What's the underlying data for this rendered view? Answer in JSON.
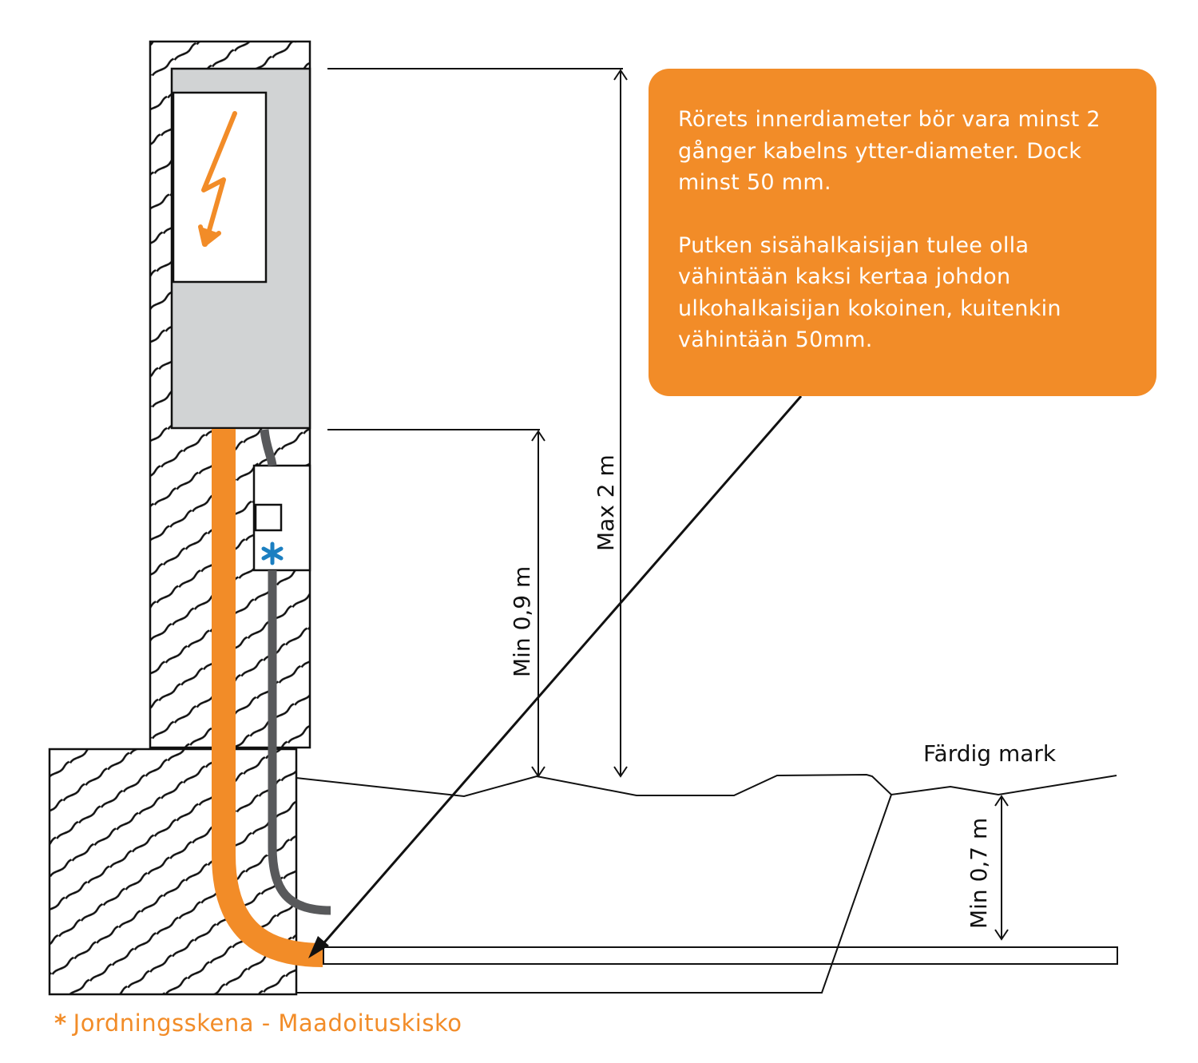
{
  "colors": {
    "accent_orange": "#F28C28",
    "grounding_blue": "#1B7FC1",
    "enclosure_gray": "#D1D3D4",
    "cable_gray": "#58595B",
    "line": "#111111"
  },
  "icons": {
    "lightning": "lightning-bolt-icon",
    "grounding_marker": "asterisk-icon"
  },
  "info_box": {
    "swedish": "Rörets innerdiameter bör vara minst 2 gånger kabelns ytter-diameter. Dock minst 50 mm.",
    "finnish": "Putken sisähalkaisijan tulee olla vähintään kaksi kertaa johdon ulkohalkaisijan kokoinen, kuitenkin vähintään 50mm."
  },
  "dimensions": {
    "max_height": "Max 2 m",
    "min_height": "Min 0,9 m",
    "min_depth": "Min 0,7 m"
  },
  "ground_label": "Färdig mark",
  "footnote": {
    "marker": "*",
    "text": "Jordningsskena - Maadoituskisko"
  }
}
